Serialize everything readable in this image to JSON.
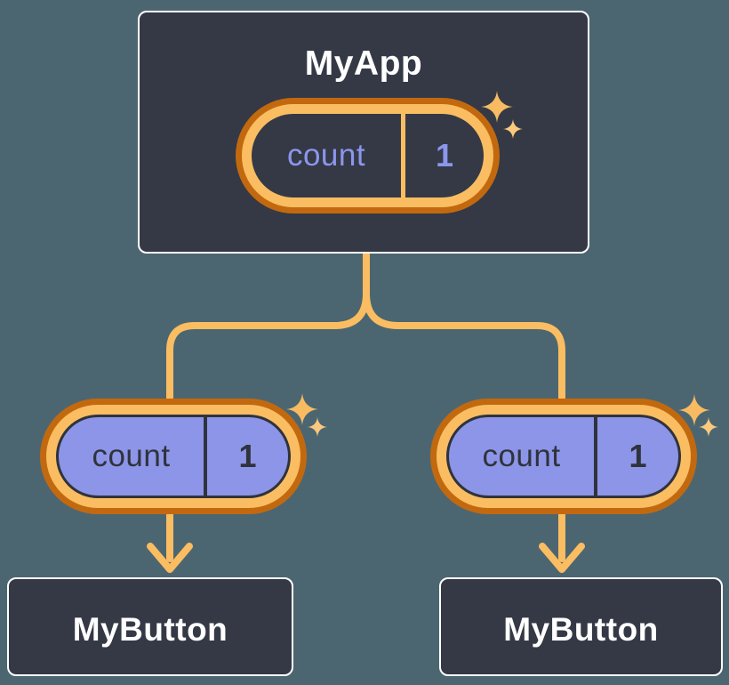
{
  "root": {
    "title": "MyApp",
    "state": {
      "name": "count",
      "value": "1"
    }
  },
  "children": [
    {
      "title": "MyButton",
      "prop": {
        "name": "count",
        "value": "1"
      }
    },
    {
      "title": "MyButton",
      "prop": {
        "name": "count",
        "value": "1"
      }
    }
  ],
  "colors": {
    "background": "#4C6671",
    "card_fill": "#343945",
    "card_border": "#FFFFFF",
    "line_orange": "#FABD62",
    "ring_dark_orange": "#C2690F",
    "prop_pill_fill": "#8D95E8",
    "state_text_purple": "#8C96EC",
    "dark_text": "#2F333C",
    "title_text": "#FFFFFF"
  }
}
